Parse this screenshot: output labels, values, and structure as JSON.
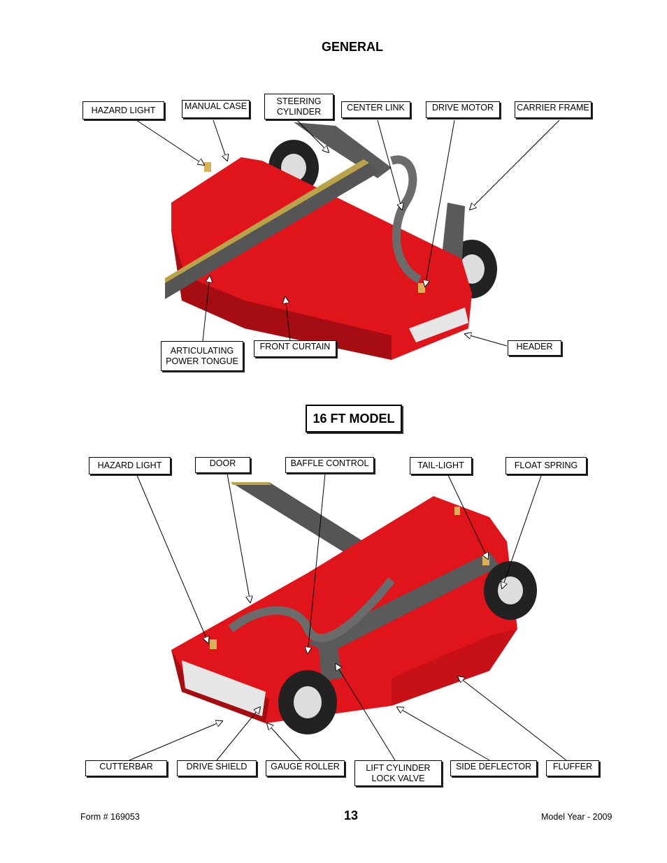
{
  "sections": {
    "general_title": "GENERAL",
    "model_title": "16 FT MODEL"
  },
  "top_labels": {
    "hazard_light": "HAZARD LIGHT",
    "manual_case": "MANUAL CASE",
    "steering_cylinder": "STEERING\nCYLINDER",
    "center_link": "CENTER LINK",
    "drive_motor": "DRIVE MOTOR",
    "carrier_frame": "CARRIER FRAME",
    "articulating_power_tongue": "ARTICULATING\nPOWER TONGUE",
    "front_curtain": "FRONT CURTAIN",
    "header": "HEADER"
  },
  "bottom_labels": {
    "hazard_light": "HAZARD LIGHT",
    "door": "DOOR",
    "baffle_control": "BAFFLE CONTROL",
    "tail_light": "TAIL-LIGHT",
    "float_spring": "FLOAT SPRING",
    "cutterbar": "CUTTERBAR",
    "drive_shield": "DRIVE SHIELD",
    "gauge_roller": "GAUGE ROLLER",
    "lift_cylinder_lock_valve": "LIFT CYLINDER\nLOCK VALVE",
    "side_deflector": "SIDE DEFLECTOR",
    "fluffer": "FLUFFER"
  },
  "footer": {
    "form_number": "Form # 169053",
    "page_number": "13",
    "model_year": "Model Year - 2009"
  },
  "colors": {
    "deck_red": "#e0141b",
    "deck_dark": "#a50d12",
    "frame_gray": "#5a5a5a",
    "tongue_yellow": "#b9a24a"
  }
}
